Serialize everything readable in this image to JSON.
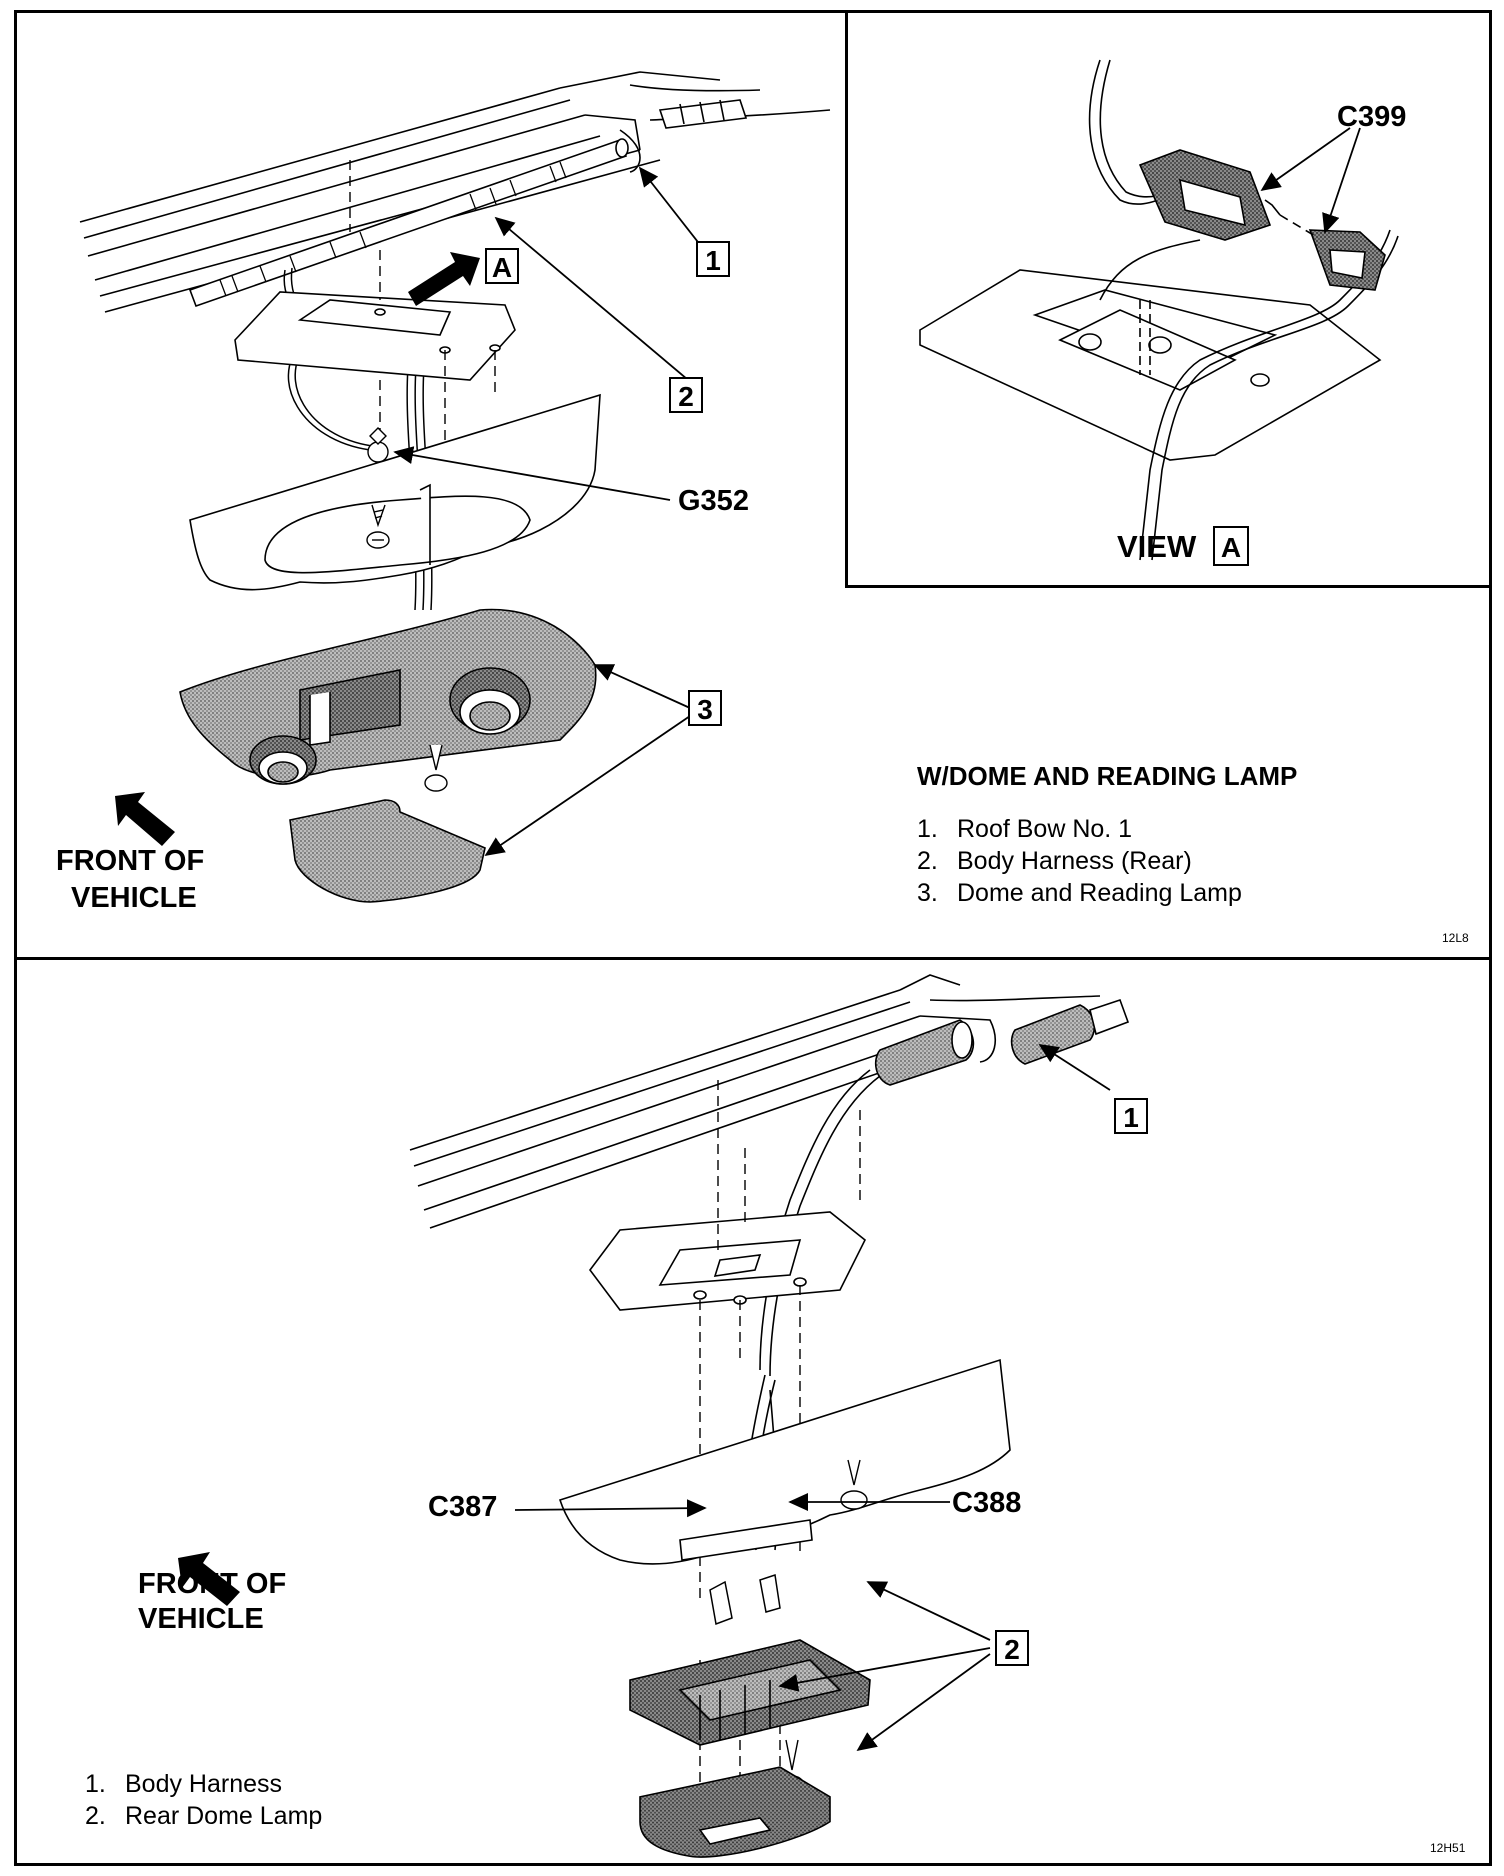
{
  "top_panel": {
    "labels": {
      "g352": "G352",
      "c399": "C399",
      "view_word": "VIEW",
      "view_letter": "A",
      "arrow_letter": "A",
      "front_line1": "FRONT OF",
      "front_line2": "VEHICLE"
    },
    "callouts": [
      "1",
      "2",
      "3"
    ],
    "legend_title": "W/DOME AND READING LAMP",
    "legend": [
      {
        "num": "1.",
        "text": "Roof Bow No. 1"
      },
      {
        "num": "2.",
        "text": "Body Harness (Rear)"
      },
      {
        "num": "3.",
        "text": "Dome and Reading Lamp"
      }
    ],
    "code": "12L8"
  },
  "bottom_panel": {
    "labels": {
      "c387": "C387",
      "c388": "C388",
      "front_line1": "FRONT OF",
      "front_line2": "VEHICLE"
    },
    "callouts": [
      "1",
      "2"
    ],
    "legend": [
      {
        "num": "1.",
        "text": "Body Harness"
      },
      {
        "num": "2.",
        "text": "Rear Dome Lamp"
      }
    ],
    "code": "12H51"
  }
}
